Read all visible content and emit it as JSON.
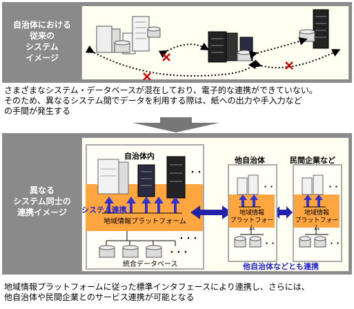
{
  "top_panel": {
    "label": "自治体における\n従来の\nシステム\nイメージ"
  },
  "description1": "さまざまなシステム・データベースが混在しており、電子的な連携ができていない。\nそのため、異なるシステム間でデータを利用する際は、紙への出力や手入力など\nの手間が発生する",
  "bottom_panel": {
    "label": "異なる\nシステム同士の\n連携イメージ",
    "local_gov_title": "自治体内",
    "system_link_label": "システム連携",
    "platform_label": "地域情報プラットフォーム",
    "db_label": "統合データベース",
    "other_gov_title": "他自治体",
    "private_title": "民間企業など",
    "small_platform_label": "地域情報\nプラットフォーム",
    "other_link_label": "他自治体などとも連携"
  },
  "description2": "地域情報プラットフォームに従った標準インタフェースにより連携し、さらには、\n他自治体や民間企業とのサービス連携が可能となる",
  "colors": {
    "panel": "#8a8a8a",
    "platform": "#ffa640",
    "link_blue": "#2222cc",
    "cross_red": "#cc0000"
  }
}
